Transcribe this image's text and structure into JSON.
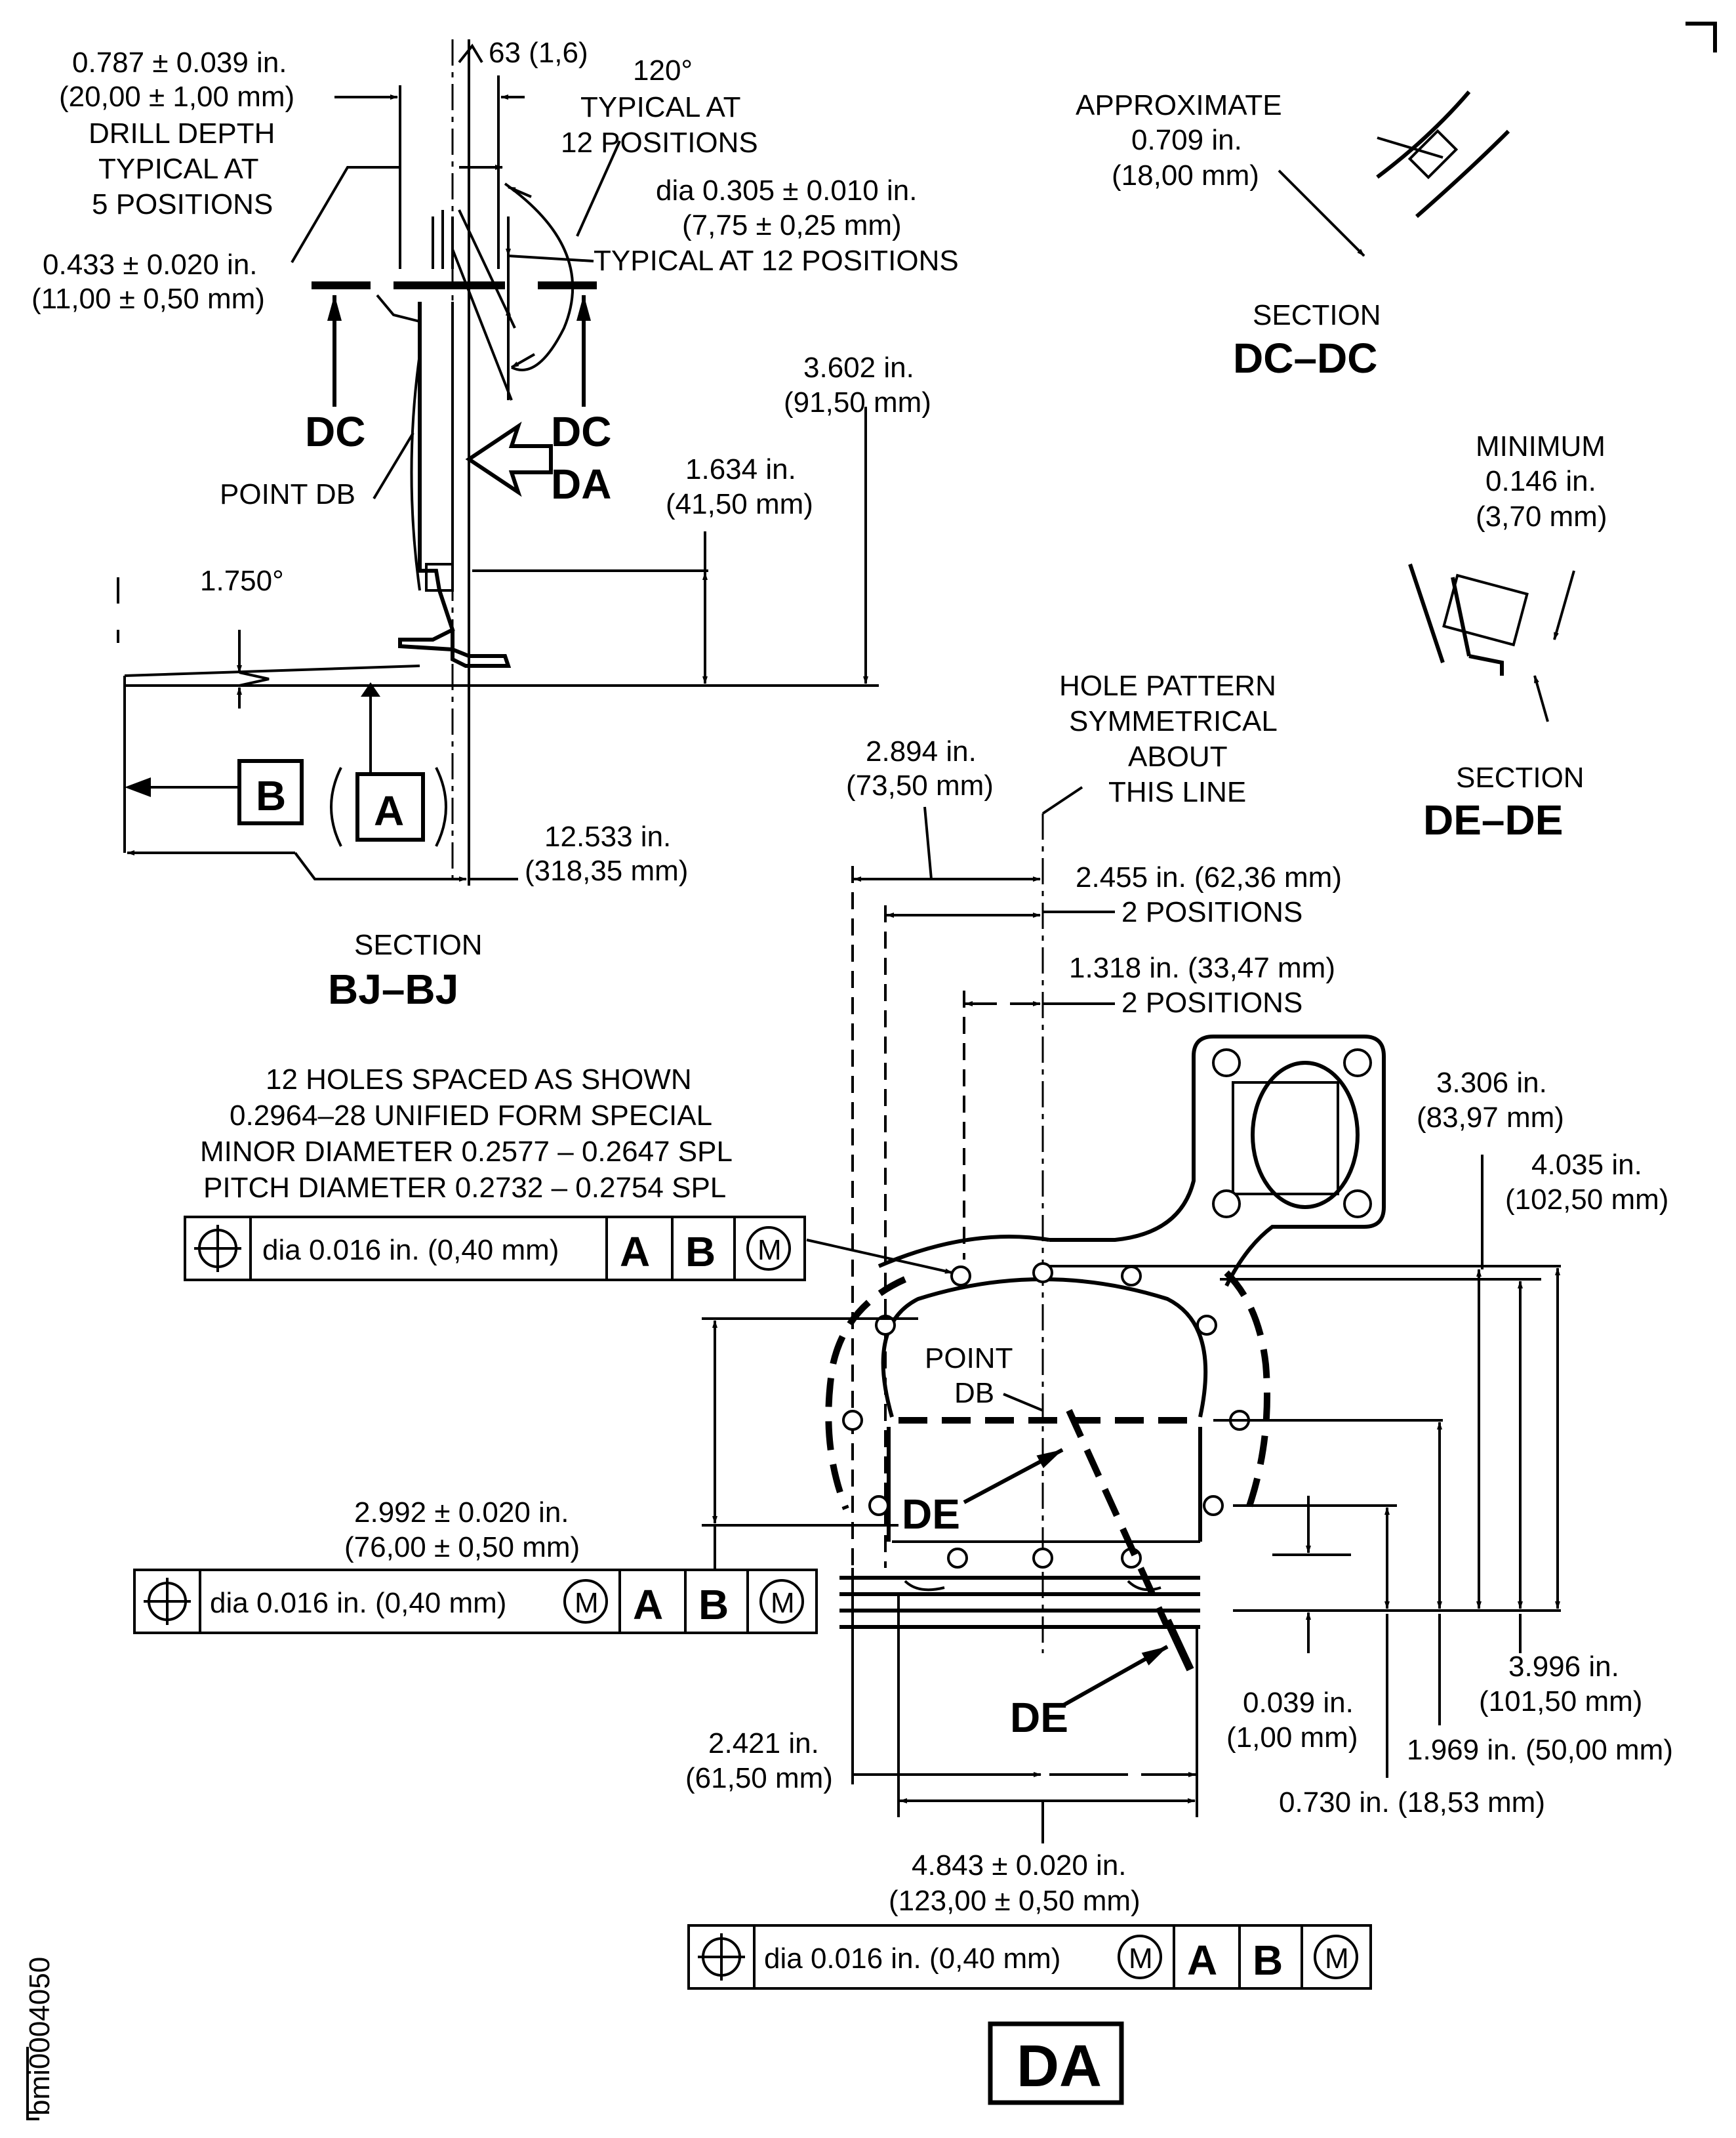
{
  "section_bj": {
    "title_small": "SECTION",
    "title_big": "BJ–BJ",
    "drill_depth_in": "0.787 ± 0.039 in.",
    "drill_depth_mm": "(20,00 ± 1,00 mm)",
    "drill_depth_label_1": "DRILL DEPTH",
    "drill_depth_label_2": "TYPICAL AT",
    "drill_depth_label_3": "5 POSITIONS",
    "surface_finish": "63 (1,6)",
    "angle": "120°",
    "angle_label_1": "TYPICAL AT",
    "angle_label_2": "12 POSITIONS",
    "hole_dia_in": "dia 0.305 ± 0.010 in.",
    "hole_dia_mm": "(7,75 ± 0,25 mm)",
    "hole_dia_label": "TYPICAL AT 12 POSITIONS",
    "thick_in": "0.433 ± 0.020 in.",
    "thick_mm": "(11,00 ± 0,50 mm)",
    "height1_in": "3.602 in.",
    "height1_mm": "(91,50 mm)",
    "height2_in": "1.634 in.",
    "height2_mm": "(41,50 mm)",
    "section_dc_left": "DC",
    "section_dc_right": "DC",
    "view_da": "DA",
    "point_db": "POINT DB",
    "tilt_angle": "1.750°",
    "datum_b": "B",
    "datum_a": "A",
    "width_in": "12.533 in.",
    "width_mm": "(318,35 mm)"
  },
  "section_dc": {
    "label_1": "APPROXIMATE",
    "value_in": "0.709 in.",
    "value_mm": "(18,00 mm)",
    "title_small": "SECTION",
    "title_big": "DC–DC"
  },
  "section_de": {
    "label_1": "MINIMUM",
    "value_in": "0.146 in.",
    "value_mm": "(3,70 mm)",
    "title_small": "SECTION",
    "title_big": "DE–DE"
  },
  "view_da": {
    "symmetry_1": "HOLE PATTERN",
    "symmetry_2": "SYMMETRICAL",
    "symmetry_3": "ABOUT",
    "symmetry_4": "THIS LINE",
    "dim_2894_in": "2.894 in.",
    "dim_2894_mm": "(73,50 mm)",
    "dim_2455": "2.455 in. (62,36 mm)",
    "dim_2455_pos": "2 POSITIONS",
    "dim_1318": "1.318 in. (33,47 mm)",
    "dim_1318_pos": "2 POSITIONS",
    "holes_note_1": "12 HOLES SPACED AS SHOWN",
    "holes_note_2": "0.2964–28 UNIFIED FORM SPECIAL",
    "holes_note_3": "MINOR DIAMETER 0.2577 – 0.2647 SPL",
    "holes_note_4": "PITCH DIAMETER 0.2732 – 0.2754 SPL",
    "dim_3306_in": "3.306 in.",
    "dim_3306_mm": "(83,97 mm)",
    "dim_4035_in": "4.035 in.",
    "dim_4035_mm": "(102,50 mm)",
    "point_db_1": "POINT",
    "point_db_2": "DB",
    "section_de_1": "DE",
    "section_de_2": "DE",
    "dim_2992_in": "2.992 ± 0.020 in.",
    "dim_2992_mm": "(76,00 ± 0,50 mm)",
    "dim_3996_in": "3.996 in.",
    "dim_3996_mm": "(101,50 mm)",
    "dim_0039_in": "0.039 in.",
    "dim_0039_mm": "(1,00 mm)",
    "dim_1969": "1.969 in. (50,00 mm)",
    "dim_0730": "0.730 in. (18,53 mm)",
    "dim_2421_in": "2.421 in.",
    "dim_2421_mm": "(61,50 mm)",
    "dim_4843_in": "4.843 ± 0.020 in.",
    "dim_4843_mm": "(123,00 ± 0,50 mm)",
    "view_label": "DA"
  },
  "fcf_1": {
    "tol": "dia 0.016 in. (0,40 mm)",
    "datum1": "A",
    "datum2": "B",
    "mod": "M"
  },
  "fcf_2": {
    "tol": "dia 0.016 in. (0,40 mm)",
    "mod1": "M",
    "datum1": "A",
    "datum2": "B",
    "mod2": "M"
  },
  "fcf_3": {
    "tol": "dia 0.016 in. (0,40 mm)",
    "mod1": "M",
    "datum1": "A",
    "datum2": "B",
    "mod2": "M"
  },
  "figure_id": "bmi0004050"
}
